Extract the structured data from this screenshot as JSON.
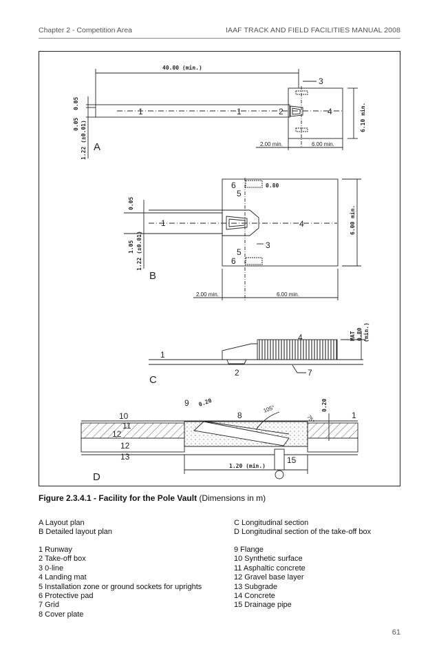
{
  "header": {
    "left": "Chapter 2 - Competition Area",
    "right": "IAAF TRACK AND FIELD FACILITIES MANUAL 2008"
  },
  "drawing": {
    "a": {
      "letter": "A",
      "top_dim": "40.00 (min.)",
      "d1": "0.05",
      "d2": "0.05",
      "d3": "1.22 (±0.01)",
      "right_dim": "6.10 min.",
      "bot1": "2.00 min.",
      "bot2": "6.00 min.",
      "n1": "1",
      "n1b": "1",
      "n2": "2",
      "n3": "3",
      "n4": "4"
    },
    "b": {
      "letter": "B",
      "d1": "0.05",
      "d2": "1.05",
      "d3": "1.22 (±0.01)",
      "pad": "0.80",
      "right_dim": "6.00 min.",
      "bot1": "2.00 min.",
      "bot2": "6.00 min.",
      "n1": "1",
      "n3": "3",
      "n4": "4",
      "n5a": "5",
      "n5b": "5",
      "n6a": "6",
      "n6b": "6"
    },
    "c": {
      "letter": "C",
      "mat": "MAT",
      "mat_dim": "0.80",
      "mat_min": "(min.)",
      "n1": "1",
      "n2": "2",
      "n4": "4",
      "n7": "7"
    },
    "d": {
      "letter": "D",
      "ang1": "105°",
      "ang2": "75°",
      "t1": "0.20",
      "t2": "0.20",
      "bot": "1.20 (min.)",
      "n1": "1",
      "n8": "8",
      "n9": "9",
      "n10": "10",
      "n11": "11",
      "n12a": "12",
      "n12b": "12",
      "n13": "13",
      "n15": "15"
    }
  },
  "caption": {
    "bold": "Figure 2.3.4.1 - Facility for the Pole Vault",
    "normal": " (Dimensions in m)"
  },
  "legend_left": [
    "A Layout plan",
    "B Detailed layout plan"
  ],
  "legend_right": [
    "C Longitudinal section",
    "D Longitudinal section of the take-off box"
  ],
  "items_left": [
    "1 Runway",
    "2 Take-off box",
    "3 0-line",
    "4 Landing mat",
    "5 Installation zone or ground sockets for uprights",
    "6 Protective pad",
    "7 Grid",
    "8 Cover plate"
  ],
  "items_right": [
    "9 Flange",
    "10 Synthetic surface",
    "11 Asphaltic concrete",
    "12 Gravel base layer",
    "13 Subgrade",
    "14 Concrete",
    "15 Drainage pipe"
  ],
  "page_number": "61"
}
